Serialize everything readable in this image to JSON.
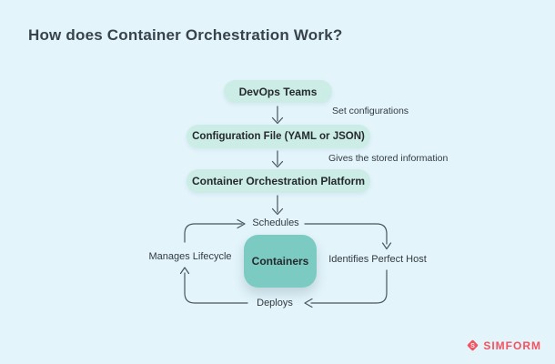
{
  "title": "How does Container Orchestration Work?",
  "flow": {
    "nodes": [
      {
        "label": "DevOps Teams"
      },
      {
        "label": "Configuration File (YAML or JSON)"
      },
      {
        "label": "Container Orchestration Platform"
      }
    ],
    "edge_labels": [
      "Set configurations",
      "Gives the stored information"
    ]
  },
  "cycle": {
    "center": "Containers",
    "labels": {
      "top": "Schedules",
      "right": "Identifies Perfect Host",
      "bottom": "Deploys",
      "left": "Manages Lifecycle"
    }
  },
  "brand": {
    "name": "SIMFORM",
    "icon": "simform-s-icon",
    "icon_letter": "S"
  },
  "colors": {
    "background": "#E3F4FB",
    "node_fill": "#CBEDE5",
    "center_fill": "#7BCBC3",
    "title_text": "#39434C",
    "body_text": "#26292B",
    "label_text": "#333A3F",
    "arrow": "#4A545C",
    "brand_red": "#F4525F"
  }
}
